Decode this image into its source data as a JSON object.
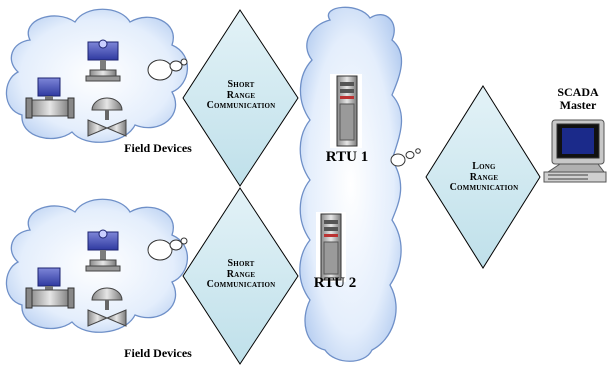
{
  "field_group_1": {
    "label": "Field Devices"
  },
  "field_group_2": {
    "label": "Field Devices"
  },
  "short_range_1": {
    "line1": "Short",
    "line2": "Range",
    "line3": "Communication"
  },
  "short_range_2": {
    "line1": "Short",
    "line2": "Range",
    "line3": "Communication"
  },
  "rtu_cluster": {
    "rtu1_label": "RTU 1",
    "rtu2_label": "RTU 2"
  },
  "long_range": {
    "line1": "Long",
    "line2": "Range",
    "line3": "Communication"
  },
  "scada": {
    "line1": "SCADA",
    "line2": "Master"
  },
  "colors": {
    "diamond_fill": "#cfe7ef",
    "cloud_fill": "#d9e8fb",
    "cloud_edge": "#a9c4ea"
  }
}
